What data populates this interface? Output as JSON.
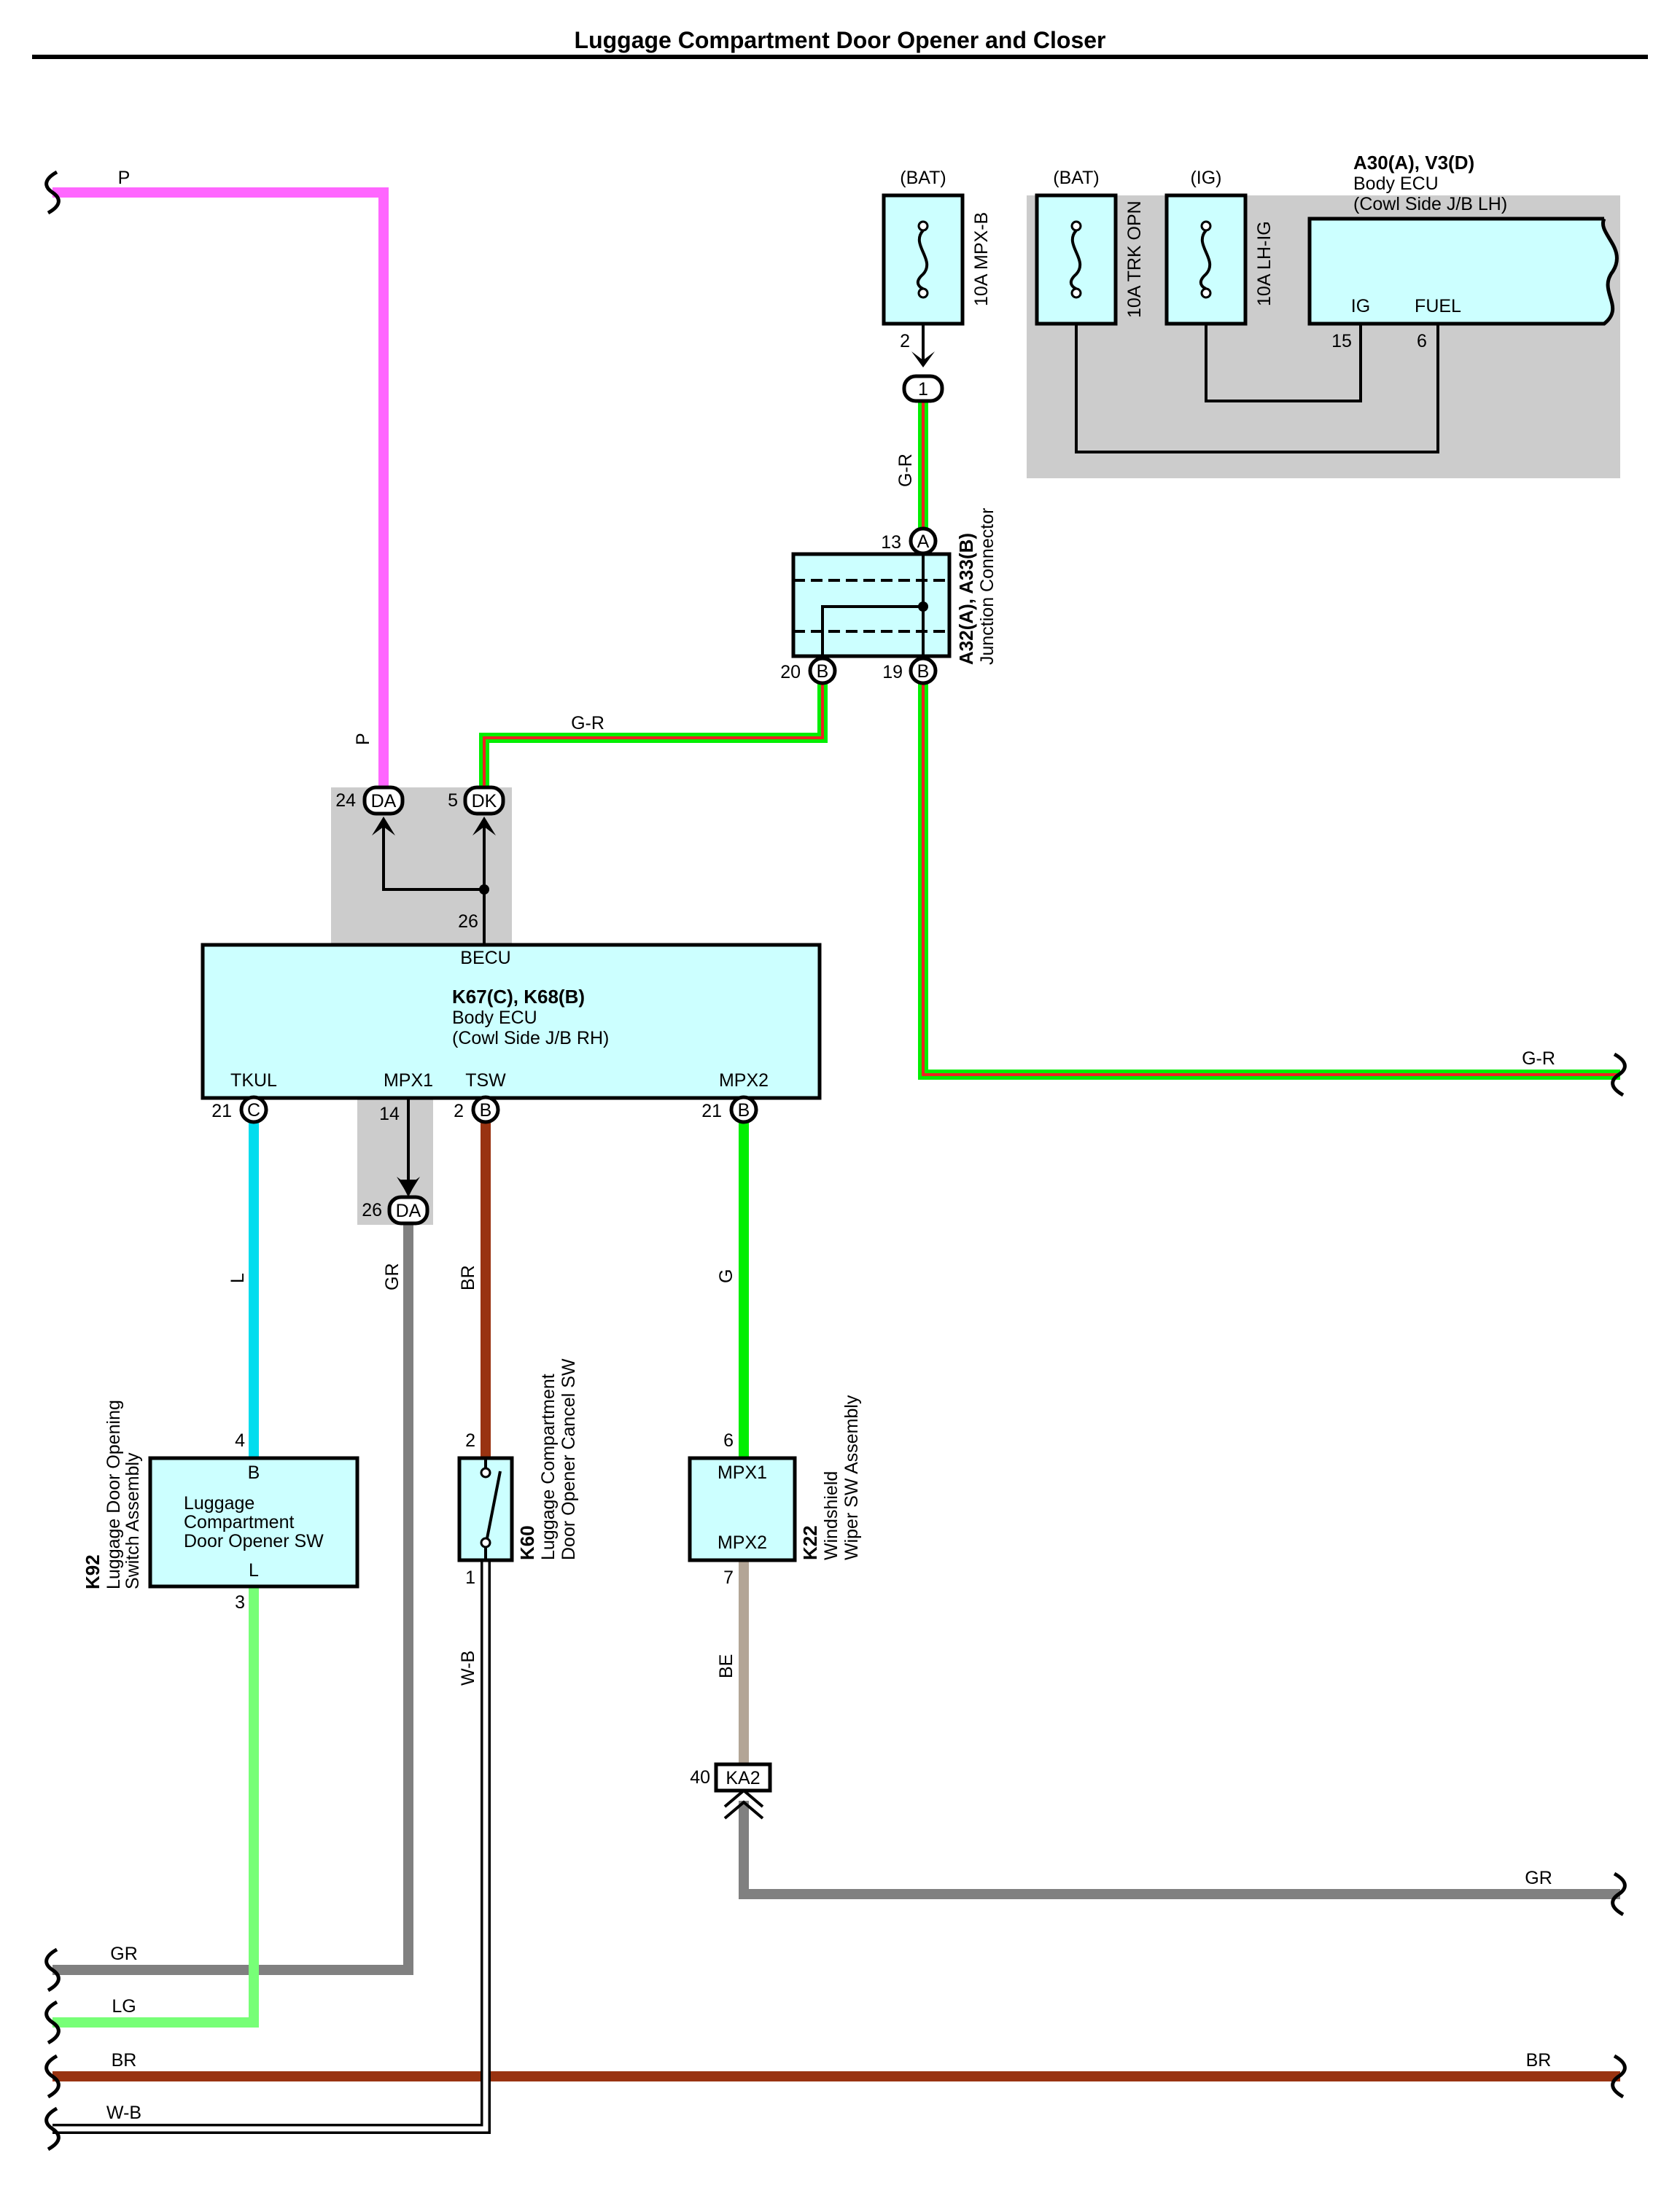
{
  "title": "Luggage Compartment Door Opener and Closer",
  "colors": {
    "P": "#ff66ff",
    "G": "#00ee00",
    "R": "#ee2222",
    "L": "#00ddee",
    "GR": "#808080",
    "BR": "#993311",
    "BE": "#b3a596",
    "LG": "#77ff77",
    "W": "#ffffff",
    "B": "#000000",
    "box": "#ccffff",
    "shade": "#cccccc"
  },
  "body_ecu_lh": {
    "code": "A30(A), V3(D)",
    "name": "Body ECU",
    "location": "(Cowl Side J/B LH)",
    "pin_ig_label": "IG",
    "pin_ig_num": "15",
    "pin_fuel_label": "FUEL",
    "pin_fuel_num": "6"
  },
  "fuses": [
    {
      "supply": "(BAT)",
      "name": "10A MPX-B"
    },
    {
      "supply": "(BAT)",
      "name": "10A TRK OPN"
    },
    {
      "supply": "(IG)",
      "name": "10A LH-IG"
    }
  ],
  "fuse_mpxb_pin": "2",
  "inline_1": "1",
  "junction": {
    "code": "A32(A), A33(B)",
    "name": "Junction Connector",
    "pin_top_num": "13",
    "pin_top_letter": "A",
    "pin_20_num": "20",
    "pin_20_letter": "B",
    "pin_19_num": "19",
    "pin_19_letter": "B"
  },
  "body_ecu_rh": {
    "top_label": "BECU",
    "top_pin": "26",
    "code": "K67(C), K68(B)",
    "name": "Body ECU",
    "location": "(Cowl Side J/B RH)",
    "tkul_label": "TKUL",
    "tkul_num": "21",
    "tkul_letter": "C",
    "mpx1_label": "MPX1",
    "mpx1_num": "14",
    "tsw_label": "TSW",
    "tsw_num": "2",
    "tsw_letter": "B",
    "mpx2_label": "MPX2",
    "mpx2_num": "21",
    "mpx2_letter": "B"
  },
  "conn_da_top": {
    "num": "24",
    "letter": "DA"
  },
  "conn_dk": {
    "num": "5",
    "letter": "DK"
  },
  "conn_da_mid": {
    "num": "26",
    "letter": "DA"
  },
  "k92": {
    "code": "K92",
    "desc1": "Luggage Door Opening",
    "desc2": "Switch Assembly",
    "in1": "Luggage",
    "in2": "Compartment",
    "in3": "Door Opener SW",
    "top_pin_num": "4",
    "top_pin_label": "B",
    "bot_pin_num": "3",
    "bot_pin_label": "L"
  },
  "k60": {
    "code": "K60",
    "desc1": "Luggage Compartment",
    "desc2": "Door Opener Cancel SW",
    "top_pin": "2",
    "bot_pin": "1"
  },
  "k22": {
    "code": "K22",
    "desc1": "Windshield",
    "desc2": "Wiper SW Assembly",
    "top_pin_num": "6",
    "top_pin_label": "MPX1",
    "bot_pin_num": "7",
    "bot_pin_label": "MPX2"
  },
  "ka2": {
    "num": "40",
    "letter": "KA2"
  },
  "wire_labels": {
    "p_top": "P",
    "p_vert": "P",
    "gr_vert1": "G-R",
    "gr_horiz": "G-R",
    "gr_right": "G-R",
    "l": "L",
    "gr_mid": "GR",
    "br_mid": "BR",
    "g_mid": "G",
    "wb_mid": "W-B",
    "be": "BE",
    "gr_right_low": "GR",
    "gr_left": "GR",
    "lg_left": "LG",
    "br_left": "BR",
    "br_right": "BR",
    "wb_left": "W-B"
  }
}
